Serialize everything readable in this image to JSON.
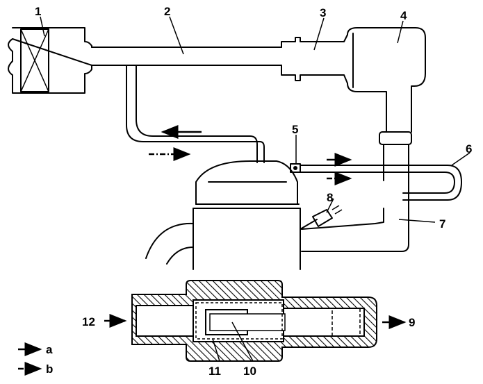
{
  "callouts": {
    "c1": "1",
    "c2": "2",
    "c3": "3",
    "c4": "4",
    "c5": "5",
    "c6": "6",
    "c7": "7",
    "c8": "8",
    "c9": "9",
    "c10": "10",
    "c11": "11",
    "c12": "12"
  },
  "legend": {
    "a": "a",
    "b": "b"
  }
}
